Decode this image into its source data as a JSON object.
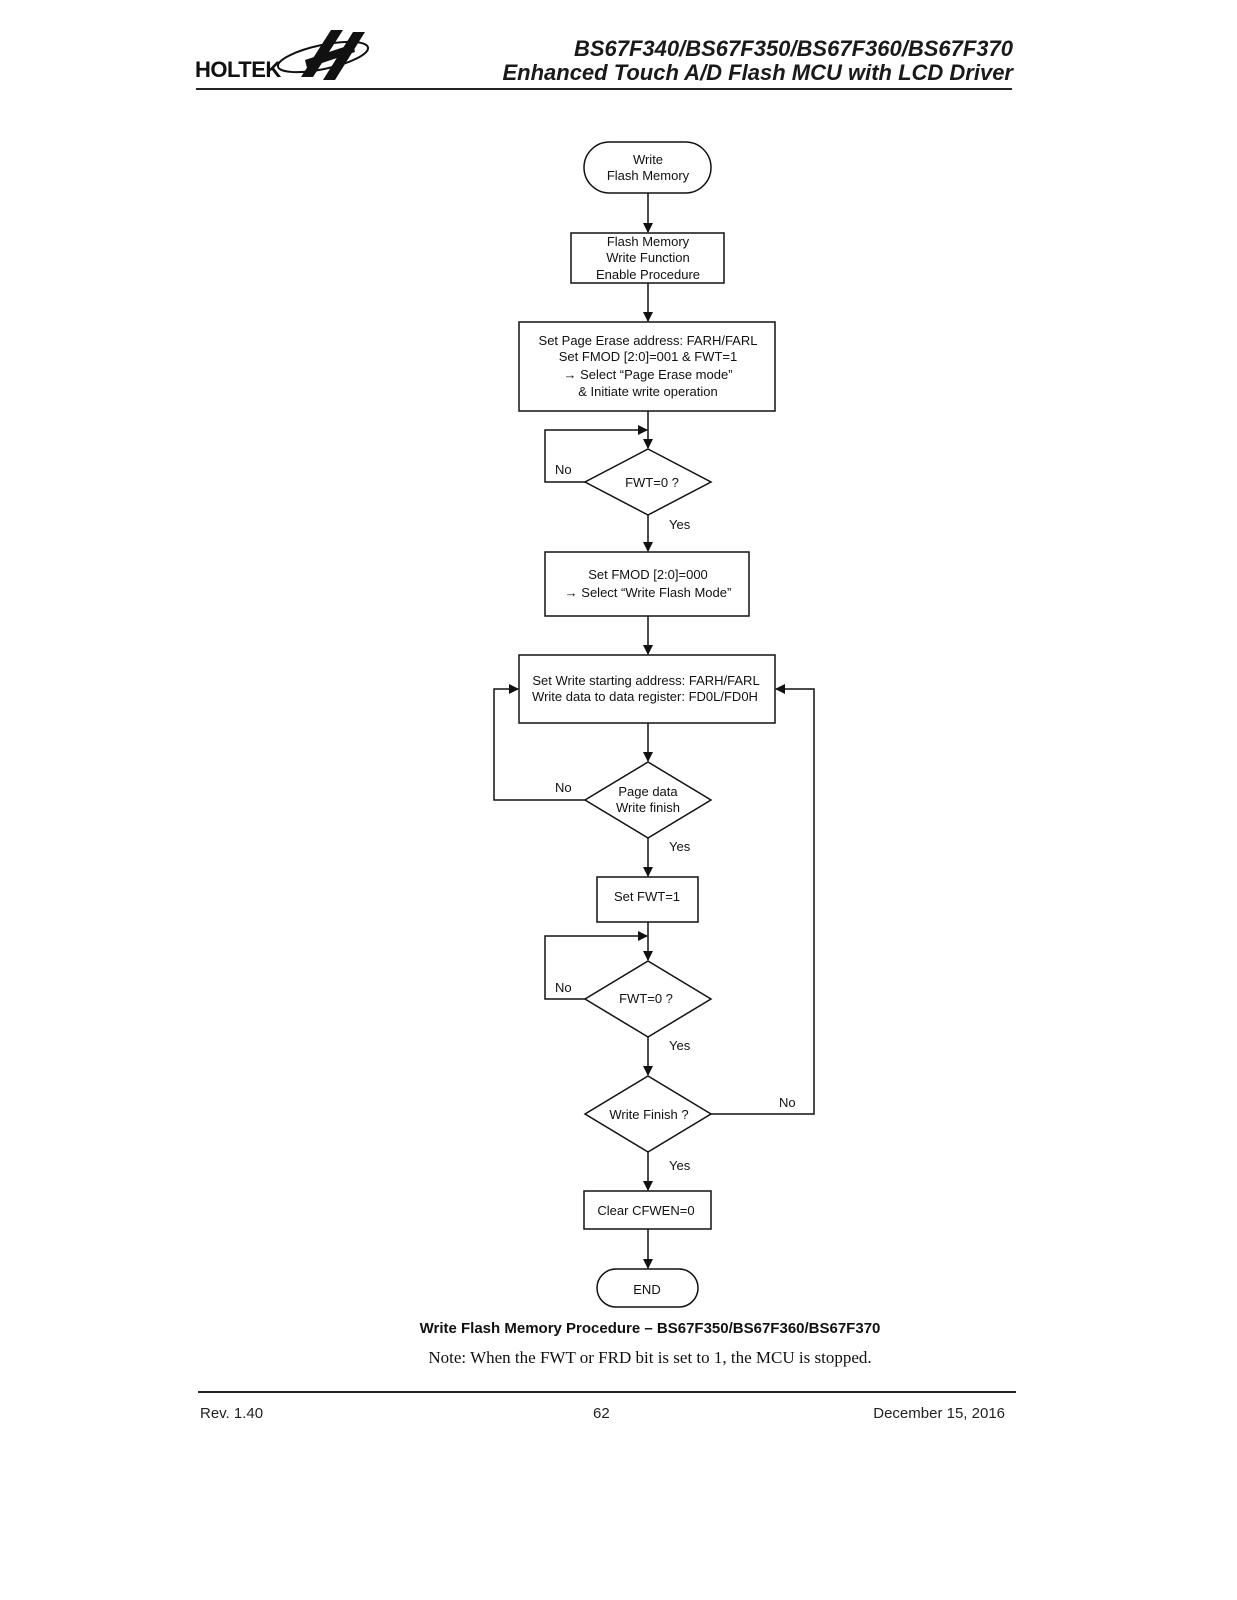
{
  "header": {
    "logo_text": "HOLTEK",
    "title_line1": "BS67F340/BS67F350/BS67F360/BS67F370",
    "title_line2": "Enhanced Touch A/D Flash MCU with LCD Driver"
  },
  "flowchart": {
    "start": [
      "Write",
      "Flash Memory"
    ],
    "enable_proc": [
      "Flash Memory",
      "Write Function",
      "Enable Procedure"
    ],
    "page_erase": [
      "Set Page Erase address: FARH/FARL",
      "Set  FMOD [2:0]=001 & FWT=1",
      "→ Select  “Page Erase mode”",
      "& Initiate write operation"
    ],
    "check1": "FWT=0 ?",
    "write_mode": [
      "Set  FMOD [2:0]=000",
      "→ Select  “Write Flash Mode”"
    ],
    "write_addr": [
      "Set Write starting address: FARH/FARL",
      "Write data to data register: FD0L/FD0H"
    ],
    "page_finish": [
      "Page data",
      "Write finish"
    ],
    "set_fwt": "Set FWT=1",
    "check2": "FWT=0 ?",
    "write_finish": "Write Finish ?",
    "clear": "Clear CFWEN=0",
    "end": "END",
    "no": "No",
    "yes": "Yes"
  },
  "caption": "Write Flash Memory Procedure – BS67F350/BS67F360/BS67F370",
  "note": "Note: When the FWT or FRD bit is set to 1, the MCU is stopped.",
  "footer": {
    "rev": "Rev. 1.40",
    "page": "62",
    "date": "December 15, 2016"
  }
}
